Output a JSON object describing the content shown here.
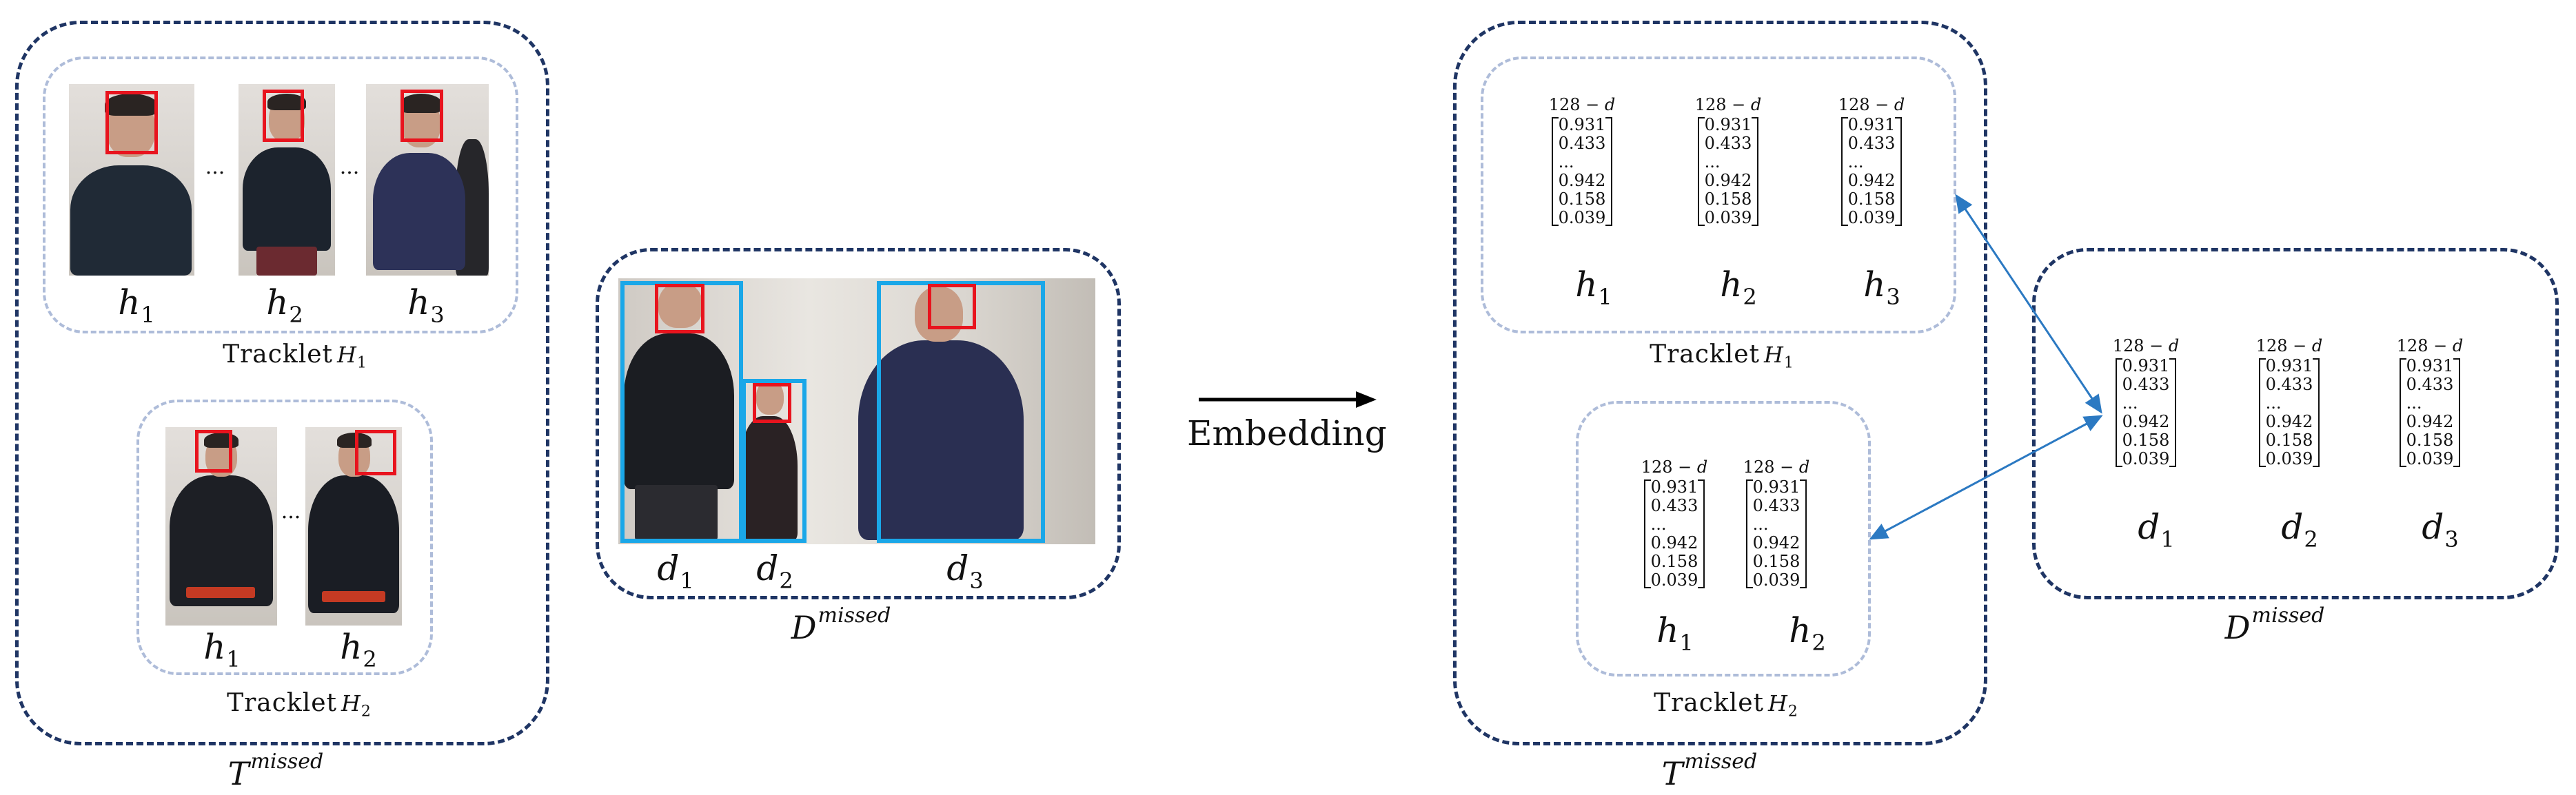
{
  "left_group": {
    "tracklet1": {
      "caption_word": "Tracklet",
      "caption_var": "H",
      "caption_sub": "1",
      "items": [
        {
          "var": "h",
          "sub": "1"
        },
        {
          "var": "h",
          "sub": "2"
        },
        {
          "var": "h",
          "sub": "3"
        }
      ],
      "ellipsis": "..."
    },
    "tracklet2": {
      "caption_word": "Tracklet",
      "caption_var": "H",
      "caption_sub": "2",
      "items": [
        {
          "var": "h",
          "sub": "1"
        },
        {
          "var": "h",
          "sub": "2"
        }
      ],
      "ellipsis": "..."
    },
    "label_base": "T",
    "label_sup": "missed"
  },
  "detections": {
    "items": [
      {
        "var": "d",
        "sub": "1"
      },
      {
        "var": "d",
        "sub": "2"
      },
      {
        "var": "d",
        "sub": "3"
      }
    ],
    "label_base": "D",
    "label_sup": "missed"
  },
  "embedding_arrow": {
    "label": "Embedding"
  },
  "vector": {
    "title_num": "128",
    "title_op": " − ",
    "title_var": "d",
    "values": [
      "0.931",
      "0.433",
      "...",
      "0.942",
      "0.158",
      "0.039"
    ]
  },
  "right_tracklets": {
    "tracklet1": {
      "caption_word": "Tracklet",
      "caption_var": "H",
      "caption_sub": "1",
      "items": [
        {
          "var": "h",
          "sub": "1"
        },
        {
          "var": "h",
          "sub": "2"
        },
        {
          "var": "h",
          "sub": "3"
        }
      ]
    },
    "tracklet2": {
      "caption_word": "Tracklet",
      "caption_var": "H",
      "caption_sub": "2",
      "items": [
        {
          "var": "h",
          "sub": "1"
        },
        {
          "var": "h",
          "sub": "2"
        }
      ]
    },
    "label_base": "T",
    "label_sup": "missed"
  },
  "right_detections": {
    "items": [
      {
        "var": "d",
        "sub": "1"
      },
      {
        "var": "d",
        "sub": "2"
      },
      {
        "var": "d",
        "sub": "3"
      }
    ],
    "label_base": "D",
    "label_sup": "missed"
  },
  "colors": {
    "outer_border": "#1f3564",
    "inner_border": "#aebcd9",
    "face_box": "#e8141e",
    "detection_box": "#1aa7e8",
    "match_arrow": "#2b79c2"
  }
}
